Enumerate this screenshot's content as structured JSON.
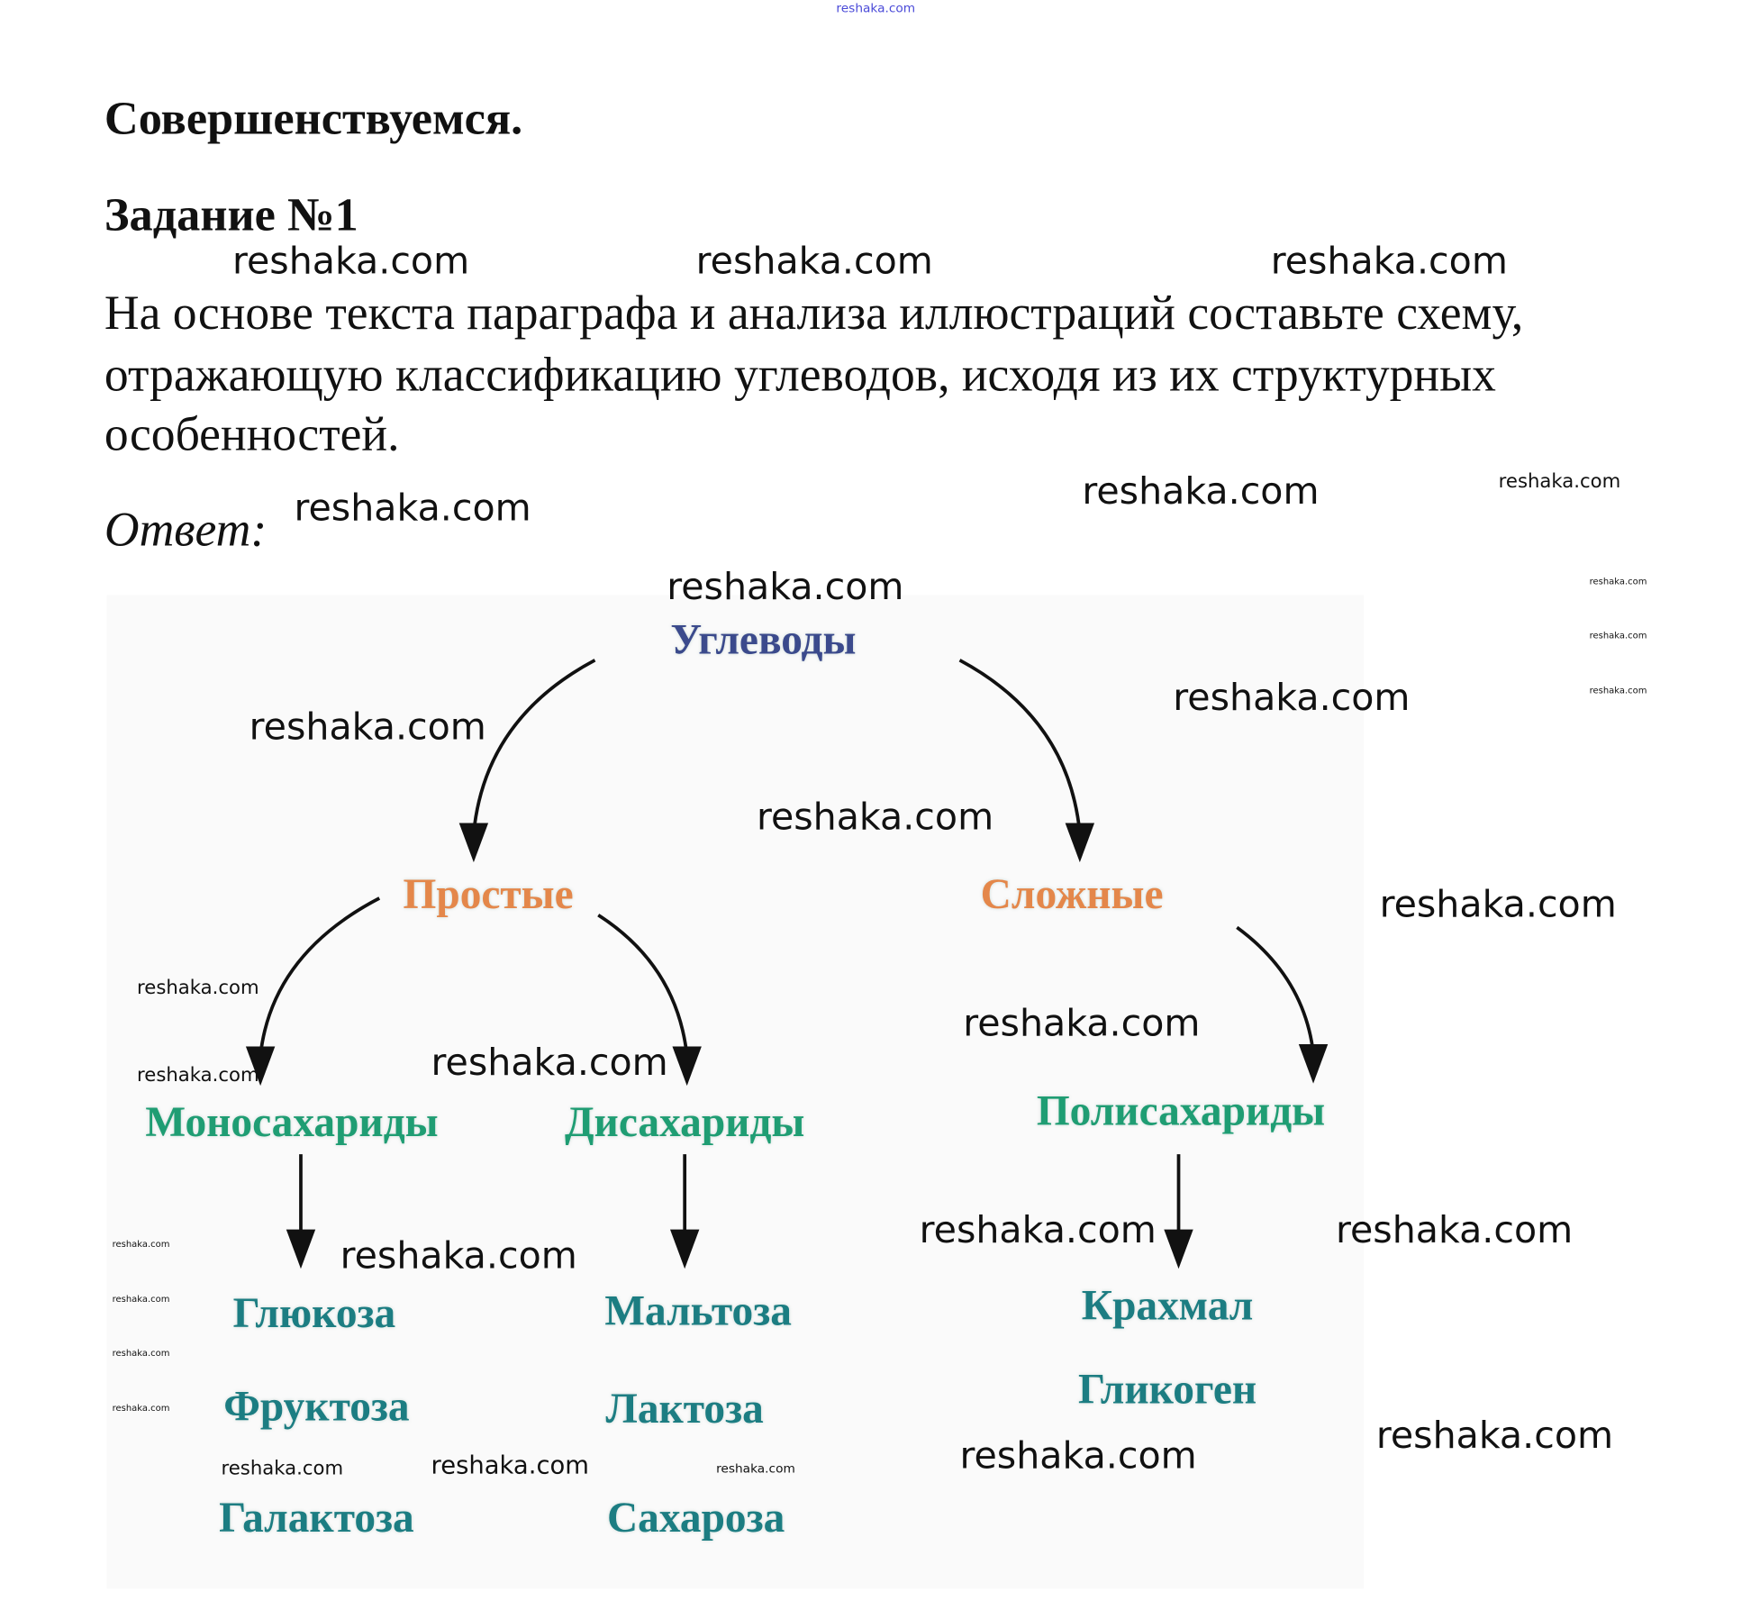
{
  "header_watermark": "reshaka.com",
  "title": "Совершенствуемся.",
  "task": "Задание №1",
  "question_lines": [
    "На основе текста параграфа и анализа иллюстраций составьте схему,",
    "отражающую классификацию углеводов, исходя из их структурных",
    "особенностей."
  ],
  "answer_label": "Ответ:",
  "diagram": {
    "root": "Углеводы",
    "simple": "Простые",
    "complex": "Сложные",
    "mono": "Моносахариды",
    "di": "Дисахариды",
    "poly": "Полисахариды",
    "mono_items": [
      "Глюкоза",
      "Фруктоза",
      "Галактоза"
    ],
    "di_items": [
      "Мальтоза",
      "Лактоза",
      "Сахароза"
    ],
    "poly_items": [
      "Крахмал",
      "Гликоген"
    ]
  },
  "colors": {
    "root": "#3b4a8c",
    "level1": "#e4874a",
    "level2": "#1f9d73",
    "level3": "#1c7d82"
  },
  "watermark": "reshaka.com"
}
